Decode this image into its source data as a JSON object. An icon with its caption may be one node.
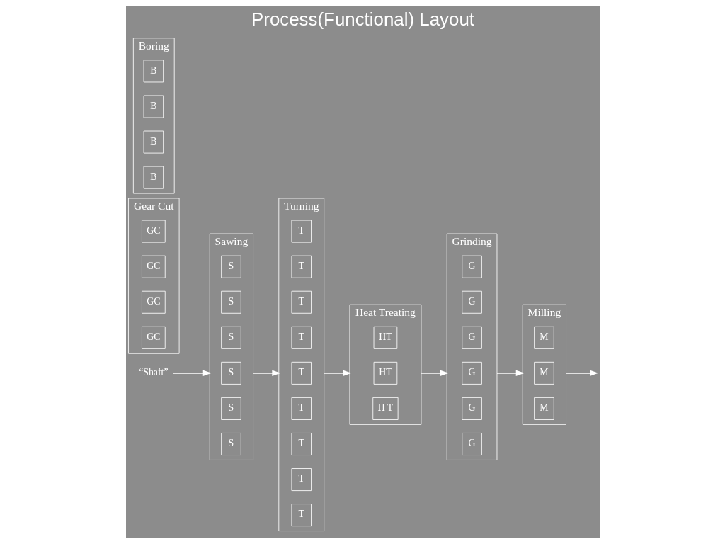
{
  "diagram": {
    "title": "Process(Functional) Layout",
    "nodes": [
      {
        "text": [
          "“Shaft”"
        ]
      },
      {
        "text": [
          "Sawing"
        ]
      },
      {
        "text": [
          "S"
        ],
        "in": 1
      },
      {
        "text": [
          "S"
        ],
        "in": 1
      },
      {
        "text": [
          "S"
        ],
        "in": 1
      },
      {
        "text": [
          "S"
        ],
        "in": 1
      },
      {
        "text": [
          "S"
        ],
        "in": 1
      },
      {
        "text": [
          "S"
        ],
        "in": 1
      },
      {
        "text": [
          "Turning"
        ]
      },
      {
        "text": [
          "T"
        ],
        "in": 8
      },
      {
        "text": [
          "T"
        ],
        "in": 8
      },
      {
        "text": [
          "T"
        ],
        "in": 8
      },
      {
        "text": [
          "T"
        ],
        "in": 8
      },
      {
        "text": [
          "T"
        ],
        "in": 8
      },
      {
        "text": [
          "T"
        ],
        "in": 8
      },
      {
        "text": [
          "T"
        ],
        "in": 8
      },
      {
        "text": [
          "T"
        ],
        "in": 8
      },
      {
        "text": [
          "T"
        ],
        "in": 8
      },
      {
        "text": [
          "Milling"
        ]
      },
      {
        "text": [
          "M"
        ],
        "in": 18
      },
      {
        "text": [
          "M"
        ],
        "in": 18
      },
      {
        "text": [
          "M"
        ],
        "in": 18
      },
      {
        "text": [
          "Grinding"
        ]
      },
      {
        "text": [
          "G"
        ],
        "in": 22
      },
      {
        "text": [
          "G"
        ],
        "in": 22
      },
      {
        "text": [
          "G"
        ],
        "in": 22
      },
      {
        "text": [
          "G"
        ],
        "in": 22
      },
      {
        "text": [
          "G"
        ],
        "in": 22
      },
      {
        "text": [
          "G"
        ],
        "in": 22
      },
      {
        "text": [
          "Heat Treating"
        ]
      },
      {
        "text": [
          "HT"
        ],
        "in": 29
      },
      {
        "text": [
          "HT"
        ],
        "in": 29
      },
      {
        "text": [
          "H T"
        ],
        "in": 29
      },
      {
        "text": [
          "Gear Cut"
        ]
      },
      {
        "text": [
          "GC"
        ],
        "in": 33
      },
      {
        "text": [
          "GC"
        ],
        "in": 33
      },
      {
        "text": [
          "GC"
        ],
        "in": 33
      },
      {
        "text": [
          "GC"
        ],
        "in": 33
      },
      {
        "text": [
          "Boring"
        ]
      },
      {
        "text": [
          "B"
        ],
        "in": 38
      },
      {
        "text": [
          "B"
        ],
        "in": 38
      },
      {
        "text": [
          "B"
        ],
        "in": 38
      },
      {
        "text": [
          "B"
        ],
        "in": 38
      }
    ],
    "edges": [
      {
        "from": 0,
        "to": 1,
        "arrow": "to"
      },
      {
        "from": 1,
        "to": 8,
        "arrow": "to"
      },
      {
        "from": 8,
        "to": 29,
        "arrow": "to"
      },
      {
        "from": 29,
        "to": 22,
        "arrow": "to"
      },
      {
        "from": 22,
        "to": 18,
        "arrow": "to"
      },
      {
        "from": 18,
        "to": null,
        "arrow": "to"
      }
    ]
  }
}
